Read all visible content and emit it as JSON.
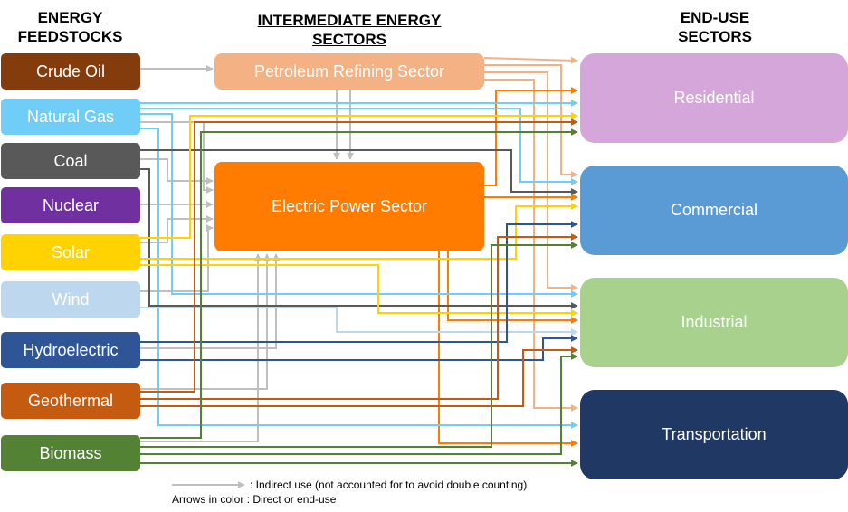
{
  "headers": {
    "feedstocks": [
      "ENERGY",
      "FEEDSTOCKS"
    ],
    "intermediate": [
      "INTERMEDIATE ENERGY",
      "SECTORS"
    ],
    "end_use": [
      "END-USE",
      "SECTORS"
    ]
  },
  "feedstocks": [
    {
      "label": "Crude Oil",
      "color": "#843C0C"
    },
    {
      "label": "Natural Gas",
      "color": "#6FCDF8"
    },
    {
      "label": "Coal",
      "color": "#595959"
    },
    {
      "label": "Nuclear",
      "color": "#7030A0"
    },
    {
      "label": "Solar",
      "color": "#FFD200"
    },
    {
      "label": "Wind",
      "color": "#BDD7EE"
    },
    {
      "label": "Hydroelectric",
      "color": "#2F5597"
    },
    {
      "label": "Geothermal",
      "color": "#C55A11"
    },
    {
      "label": "Biomass",
      "color": "#548235"
    }
  ],
  "intermediate": [
    {
      "label": "Petroleum Refining Sector",
      "color": "#F4B183"
    },
    {
      "label": "Electric Power Sector",
      "color": "#FF7C00"
    }
  ],
  "end_use": [
    {
      "label": "Residential",
      "color": "#D5A6D9"
    },
    {
      "label": "Commercial",
      "color": "#5B9BD5"
    },
    {
      "label": "Industrial",
      "color": "#A9D18E"
    },
    {
      "label": "Transportation",
      "color": "#203864"
    }
  ],
  "indirect_color": "#BFBFBF",
  "legend": {
    "indirect": ": Indirect use (not accounted for to avoid double counting)",
    "direct": "Arrows in color : Direct or end-use"
  }
}
